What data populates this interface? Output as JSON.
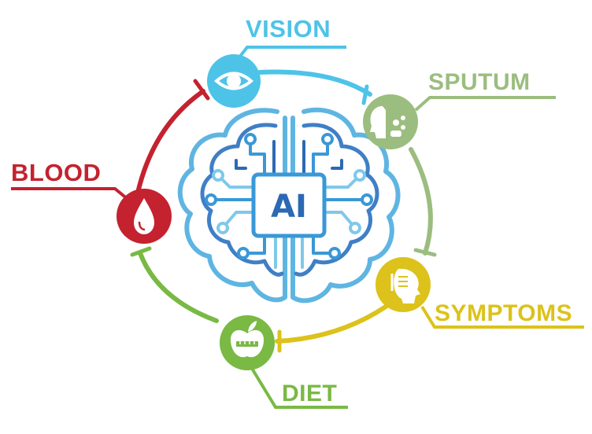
{
  "center": {
    "label": "AI"
  },
  "nodes": [
    {
      "id": "vision",
      "label": "VISION",
      "icon": "eye-icon",
      "color": "#4ec3e8"
    },
    {
      "id": "sputum",
      "label": "SPUTUM",
      "icon": "cough-icon",
      "color": "#9bbd7f"
    },
    {
      "id": "symptoms",
      "label": "SYMPTOMS",
      "icon": "head-scan-icon",
      "color": "#dcc21a"
    },
    {
      "id": "diet",
      "label": "DIET",
      "icon": "apple-icon",
      "color": "#79b944"
    },
    {
      "id": "blood",
      "label": "BLOOD",
      "icon": "blood-drop-icon",
      "color": "#c4222f"
    }
  ],
  "brain_colors": {
    "outer": "#3a98d6",
    "inner": "#2c69b4",
    "light": "#7fc8ea"
  }
}
